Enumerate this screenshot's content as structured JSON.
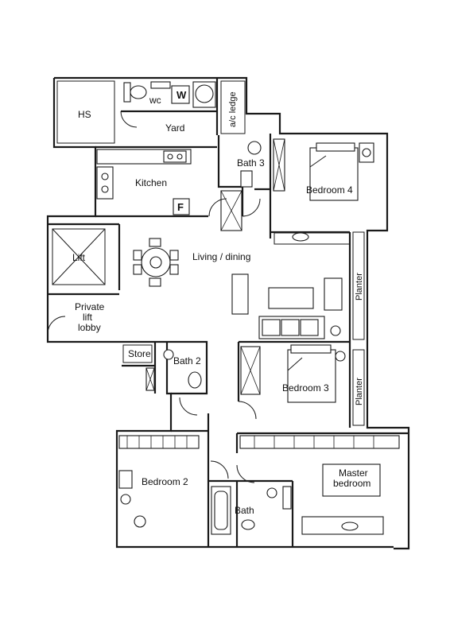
{
  "rooms": {
    "hs": "HS",
    "wc": "wc",
    "washer": "W",
    "yard": "Yard",
    "ac_ledge": "a/c ledge",
    "bath3": "Bath 3",
    "bedroom4": "Bedroom 4",
    "kitchen": "Kitchen",
    "fridge": "F",
    "lift": "Lift",
    "living_dining": "Living / dining",
    "private_lift_lobby": [
      "Private",
      "lift",
      "lobby"
    ],
    "planter": "Planter",
    "store": "Store",
    "bath2": "Bath 2",
    "bedroom3": "Bedroom 3",
    "bedroom2": "Bedroom 2",
    "bath": "Bath",
    "master_bedroom": [
      "Master",
      "bedroom"
    ]
  }
}
